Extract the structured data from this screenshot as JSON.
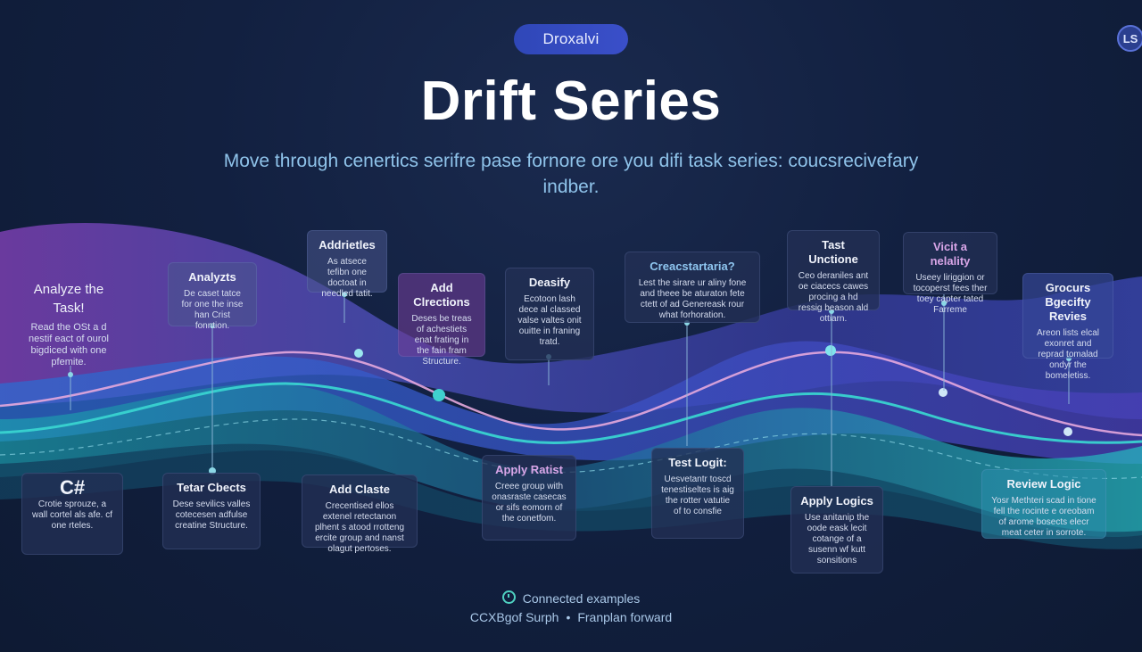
{
  "brand": {
    "label": "Droxalvi",
    "avatar_initials": "LS"
  },
  "header": {
    "title": "Drift Series",
    "subtitle": "Move through cenertics serifre pase fornore ore you difi task series: coucsrecivefary indber."
  },
  "colors": {
    "teal": "#3fd0cf",
    "violet": "#8a5bd6",
    "pink": "#e0a3d8",
    "accent": "#2f47b8"
  },
  "top_cards": [
    {
      "title": "Analyze the Task!",
      "desc": "Read the OSt a d nestif eact of ourol bigdiced with one pfemite."
    },
    {
      "title": "Analyzts",
      "desc": "De caset tatce for one the inse han Crist fonntion."
    },
    {
      "title": "Addrietles",
      "desc": "As atsece tefibn one doctoat in needled tatit."
    },
    {
      "title": "Add Clrections",
      "desc": "Deses be treas of achestiets enat frating in the fain fram Structure."
    },
    {
      "title": "Deasify",
      "desc": "Ecotoon lash dece al classed valse valtes onit ouitte in franing tratd."
    },
    {
      "title": "Creacstartaria?",
      "desc": "Lest the sirare ur aliny fone and theee be aturaton fete ctett of ad Genereask rour what forhoration."
    },
    {
      "title": "Tast Unctione",
      "desc": "Ceo deraniles ant oe ciacecs cawes procing a hd ressig beason ald ottiarn."
    },
    {
      "title": "Vicit a nelality",
      "desc": "Useey liriggion or tocoperst fees ther toey capter tated Farreme"
    },
    {
      "title": "Grocurs Bgecifty Revies",
      "desc": "Areon lists elcal exonret and reprad tomalad ondyr the bomeletiss."
    }
  ],
  "bottom_cards": [
    {
      "title": "C#",
      "desc": "Crotie sprouze, a wall cortel als afe. cf one rteles."
    },
    {
      "title": "Tetar Cbects",
      "desc": "Dese sevilics valles cotecesen adfulse creatine Structure."
    },
    {
      "title": "Add Claste",
      "desc": "Crecentised ellos extenel retectanon plhent s atood rrotteng ercite group and nanst olagut pertoses."
    },
    {
      "title": "Apply Ratist",
      "desc": "Creee group with onasraste casecas or sifs eomorn of the conetfom."
    },
    {
      "title": "Test Logit:",
      "desc": "Uesvetantr toscd tenestiseltes is aig the rotter vatutie of to consfie"
    },
    {
      "title": "Apply Logics",
      "desc": "Use anitanip the oode eask lecit cotange of a susenn wf kutt sonsitions"
    },
    {
      "title": "Review Logic",
      "desc": "Yosr Methteri scad in tione fell the rocinte e oreobam of arome bosects elecr meat ceter in sorrote."
    }
  ],
  "footer": {
    "line1": "Connected examples",
    "line2_left": "CCXBgof Surph",
    "separator": "•",
    "line2_right": "Franplan forward"
  }
}
